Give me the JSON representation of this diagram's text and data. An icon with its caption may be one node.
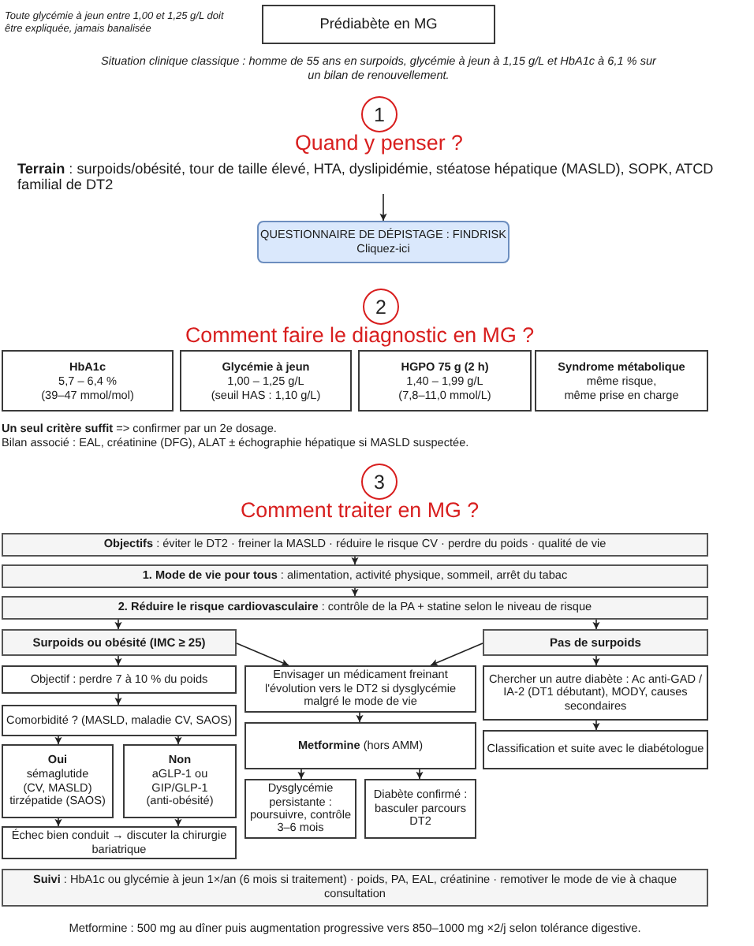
{
  "diagram": {
    "nodes": [
      {
        "text": [
          "Prédiabète en MG"
        ]
      },
      {
        "text": [
          "1"
        ],
        "beside": [
          "Quand y penser ?"
        ]
      },
      {
        "text": [
          "**Terrain** : surpoids/obésité, tour de taille élevé, HTA, dyslipidémie, stéatose hépatique (MASLD), SOPK, ATCD familial de DT2"
        ]
      },
      {
        "text": [
          "QUESTIONNAIRE DE DÉPISTAGE : FINDRISK",
          "Cliquez-ici"
        ]
      },
      {
        "text": [
          "2"
        ],
        "beside": [
          "Comment faire le diagnostic en MG ?"
        ]
      },
      {
        "text": [
          "HbA1c",
          "5,7 – 6,4 %",
          "(39–47 mmol/mol)"
        ]
      },
      {
        "text": [
          "Glycémie à jeun",
          "1,00 – 1,25 g/L",
          "(seuil HAS : 1,10 g/L)"
        ]
      },
      {
        "text": [
          "HGPO 75 g (2 h)",
          "1,40 – 1,99 g/L",
          "(7,8–11,0 mmol/L)"
        ]
      },
      {
        "text": [
          "Syndrome métabolique",
          "même risque,",
          "même prise en charge"
        ]
      },
      {
        "text": [
          "3"
        ],
        "beside": [
          "Comment traiter en MG ?"
        ]
      },
      {
        "text": [
          "**Objectifs** : éviter le DT2 · freiner la MASLD · réduire le risque CV · perdre du poids · qualité de vie"
        ]
      },
      {
        "text": [
          "**1. Mode de vie pour tous** : alimentation, activité physique, sommeil, arrêt du tabac"
        ]
      },
      {
        "text": [
          "**2. Réduire le risque cardiovasculaire** : contrôle de la PA + statine selon le niveau de risque"
        ]
      },
      {
        "text": [
          "Surpoids ou obésité (IMC ≥ 25)"
        ]
      },
      {
        "text": [
          "Pas de surpoids"
        ]
      },
      {
        "text": [
          "Objectif : perdre 7 à 10 % du poids"
        ]
      },
      {
        "text": [
          "Envisager un médicament freinant l'évolution vers le DT2 si dysglycémie malgré le mode de vie"
        ]
      },
      {
        "text": [
          "Chercher un autre diabète : Ac anti-GAD / IA-2 (DT1 débutant), MODY, causes secondaires"
        ]
      },
      {
        "text": [
          "Comorbidité ? (MASLD, maladie CV, SAOS)"
        ]
      },
      {
        "text": [
          "**Metformine** (hors AMM)"
        ]
      },
      {
        "text": [
          "Classification et suite avec le diabétologue"
        ]
      },
      {
        "text": [
          "Oui",
          "sémaglutide (CV, MASLD)",
          "tirzépatide (SAOS)"
        ]
      },
      {
        "text": [
          "Non",
          "aGLP-1 ou GIP/GLP-1",
          "(anti-obésité)"
        ]
      },
      {
        "text": [
          "Dysglycémie persistante : poursuivre, contrôle 3–6 mois"
        ]
      },
      {
        "text": [
          "Diabète confirmé : basculer parcours DT2"
        ]
      },
      {
        "text": [
          "Échec bien conduit → discuter la chirurgie bariatrique"
        ]
      },
      {
        "text": [
          "**Suivi** : HbA1c ou glycémie à jeun 1×/an (6 mois si traitement) · poids, PA, EAL, créatinine · remotiver le mode de vie à chaque consultation"
        ]
      }
    ],
    "edges": [
      {
        "from": 2,
        "to": 3,
        "arrow": "to"
      },
      {
        "from": 10,
        "to": 11,
        "arrow": "to"
      },
      {
        "from": 11,
        "to": 12,
        "arrow": "to"
      },
      {
        "from": 12,
        "to": 13,
        "arrow": "to"
      },
      {
        "from": 12,
        "to": 14,
        "arrow": "to"
      },
      {
        "from": 13,
        "to": 16,
        "arrow": "to"
      },
      {
        "from": 14,
        "to": 16,
        "arrow": "to"
      },
      {
        "from": 13,
        "to": 15,
        "arrow": "to"
      },
      {
        "from": 15,
        "to": 18,
        "arrow": "to"
      },
      {
        "from": 18,
        "to": 21,
        "arrow": "to"
      },
      {
        "from": 18,
        "to": 22,
        "arrow": "to"
      },
      {
        "from": 21,
        "to": 25,
        "arrow": "to"
      },
      {
        "from": 22,
        "to": 25,
        "arrow": "to"
      },
      {
        "from": 16,
        "to": 19,
        "arrow": "to"
      },
      {
        "from": 19,
        "to": 23,
        "arrow": "to"
      },
      {
        "from": 19,
        "to": 24,
        "arrow": "to"
      },
      {
        "from": 14,
        "to": 17,
        "arrow": "to"
      },
      {
        "from": 17,
        "to": 20,
        "arrow": "to"
      }
    ],
    "labels": [
      "Toute glycémie à jeun entre 1,00 et 1,25 g/L doit être expliquée, jamais banalisée",
      "Situation clinique classique : homme de 55 ans en surpoids, glycémie à jeun à 1,15 g/L et HbA1c à 6,1 % sur un bilan de renouvellement.",
      "**Un seul critère suffit** => confirmer par un 2e dosage.",
      "Bilan associé : EAL, créatinine (DFG), ALAT ± échographie hépatique si MASLD suspectée.",
      "Metformine : 500 mg au dîner puis augmentation progressive vers 850–1000 mg ×2/j selon tolérance digestive."
    ]
  }
}
